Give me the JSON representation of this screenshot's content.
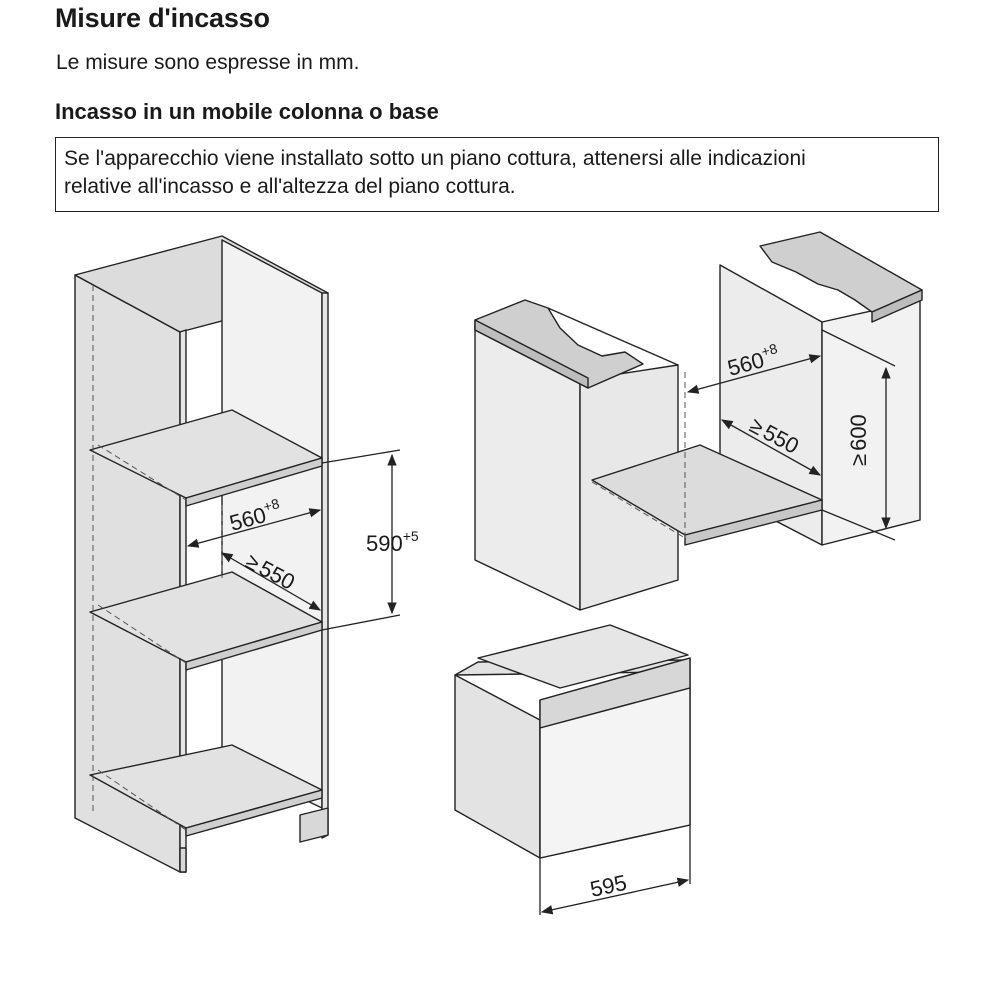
{
  "page": {
    "title": "Misure d'incasso",
    "subtitle": "Le misure sono espresse in mm.",
    "section_title": "Incasso in un mobile colonna o base",
    "notice_lines": [
      "Se l'apparecchio viene installato sotto un piano cottura, attenersi alle indicazioni",
      "relative all'incasso e all'altezza del piano cottura."
    ]
  },
  "dimensions": {
    "column": {
      "width": {
        "value": "560",
        "tolerance": "+8"
      },
      "depth": {
        "symbol": "≥",
        "value": "550"
      },
      "height": {
        "value": "590",
        "tolerance": "+5"
      }
    },
    "base": {
      "width": {
        "value": "560",
        "tolerance": "+8"
      },
      "depth": {
        "symbol": "≥",
        "value": "550"
      },
      "height": {
        "symbol": "≥",
        "value": "600"
      }
    },
    "appliance": {
      "width": {
        "value": "595"
      }
    }
  },
  "colors": {
    "cabinet_fill": "#e3e3e3",
    "cabinet_face": "#ededed",
    "shelf_fill": "#d6d6d6",
    "line": "#222222",
    "dashed": "#444444",
    "countertop": "#cfcfcf"
  }
}
